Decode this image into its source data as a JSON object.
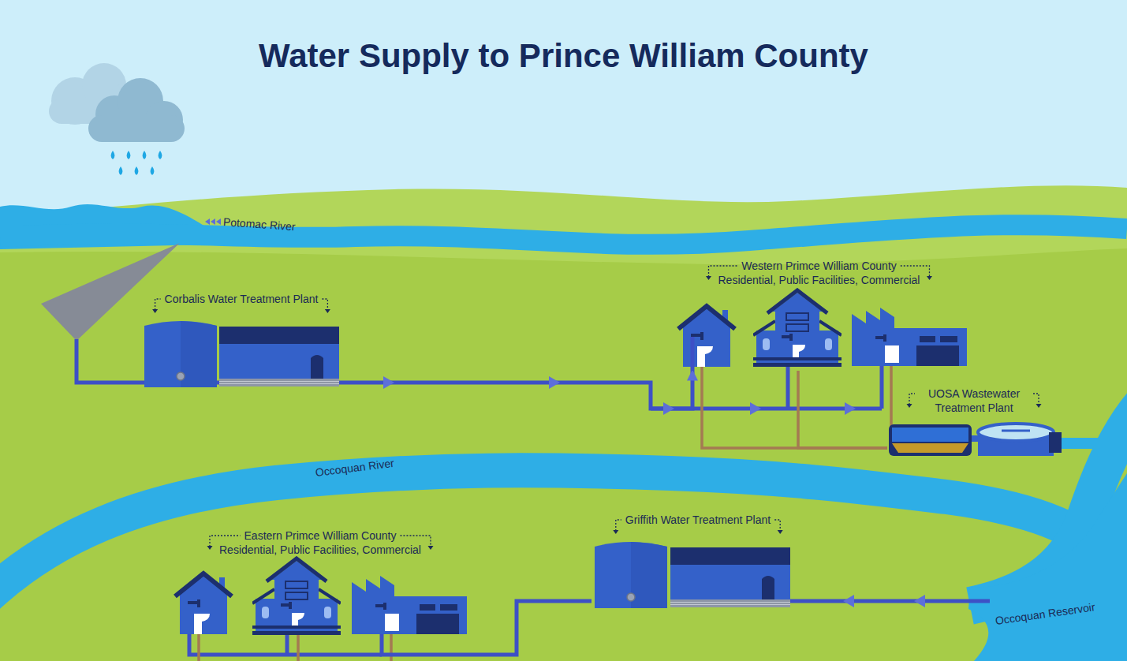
{
  "diagram": {
    "title": "Water Supply to Prince William County",
    "nodes": [
      {
        "text": [
          "Corbalis Water Treatment Plant"
        ]
      },
      {
        "text": [
          "Western Primce William County",
          "Residential, Public Facilities, Commercial"
        ]
      },
      {
        "text": [
          "UOSA Wastewater Treatment Plant"
        ]
      },
      {
        "text": [
          "Griffith Water Treatment Plant"
        ]
      },
      {
        "text": [
          "Eastern Primce William County",
          "Residential, Public Facilities, Commercial"
        ]
      }
    ],
    "edges": [
      {
        "from": 0,
        "to": 1,
        "arrow": "to"
      },
      {
        "from": 1,
        "to": 2,
        "arrow": "none"
      },
      {
        "from": 3,
        "to": 4,
        "arrow": "none"
      }
    ],
    "labels": [
      "Potomac River",
      "Occoquan River",
      "Occoquan Reservoir"
    ]
  }
}
